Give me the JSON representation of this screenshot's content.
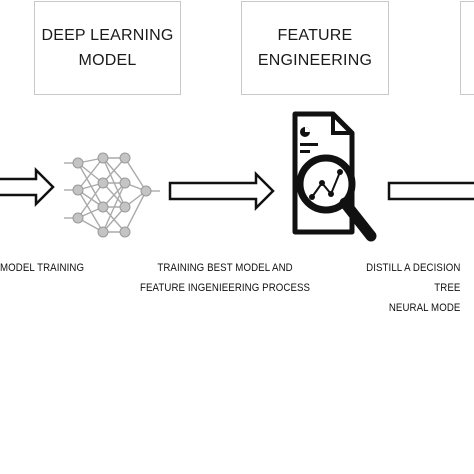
{
  "boxes": {
    "deep_learning": "DEEP LEARNING\nMODEL",
    "feature_engineering": "FEATURE\nENGINEERING"
  },
  "captions": {
    "model_training": "MODEL TRAINING",
    "training_best_model": "TRAINING BEST MODEL AND\nFEATURE INGENIEERING PROCESS",
    "distill": "DISTILL A DECISION TREE\nNEURAL MODE"
  },
  "icons": [
    "right-arrow-icon",
    "neural-network-icon",
    "document-magnifier-icon"
  ],
  "colors": {
    "stroke": "#111111",
    "box_border": "#c9c9c9",
    "network_node": "#bbbbbb"
  }
}
